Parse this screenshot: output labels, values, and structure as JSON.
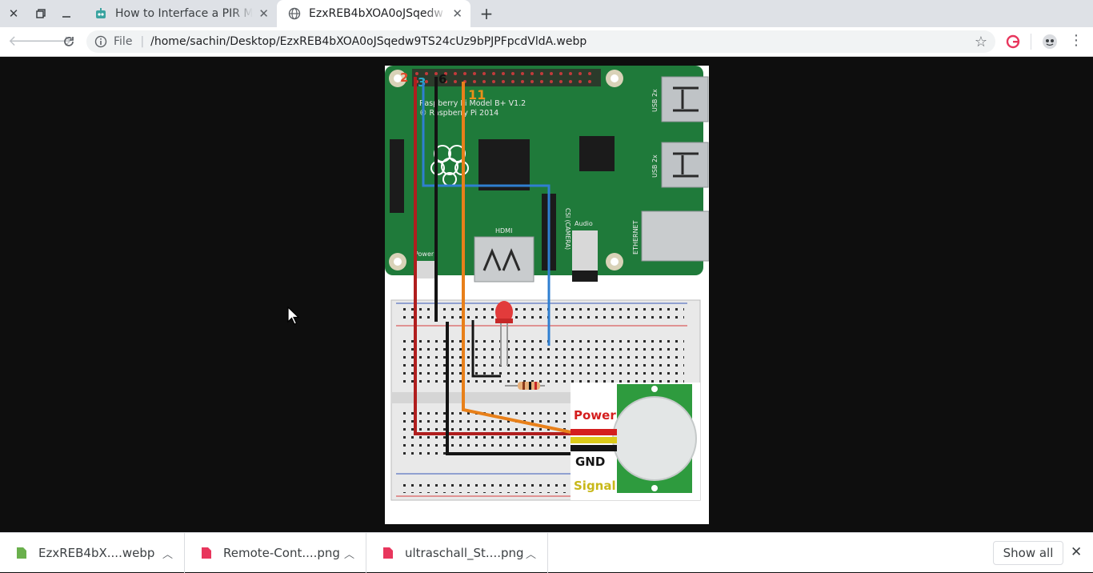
{
  "tabs": [
    {
      "title": "How to Interface a PIR Mot",
      "favicon": "robot-icon",
      "active": false
    },
    {
      "title": "EzxREB4bXOA0oJSqedw",
      "favicon": "globe-icon",
      "active": true
    }
  ],
  "toolbar": {
    "scheme_label": "File",
    "url": "/home/sachin/Desktop/EzxREB4bXOA0oJSqedw9TS24cUz9bPJPFpcdVldA.webp"
  },
  "image": {
    "gpio_pins": [
      "2",
      "3",
      "6",
      "11"
    ],
    "board_text_1": "Raspberry Pi Model B+ V1.2",
    "board_text_2": "© Raspberry Pi 2014",
    "usb_label": "USB 2x",
    "hdmi_label": "HDMI",
    "audio_label": "Audio",
    "camera_label": "CSI (CAMERA)",
    "ethernet_label": "ETHERNET",
    "power_label": "Power",
    "sensor_labels": {
      "power": "Power",
      "gnd": "GND",
      "signal": "Signal"
    }
  },
  "downloads": [
    {
      "name": "EzxREB4bX....webp",
      "icon": "image-file-icon",
      "color": "#6ab04c"
    },
    {
      "name": "Remote-Cont....png",
      "icon": "png-file-icon",
      "color": "#e8365d"
    },
    {
      "name": "ultraschall_St....png",
      "icon": "png-file-icon",
      "color": "#e8365d"
    }
  ],
  "shelf": {
    "show_all_label": "Show all"
  }
}
